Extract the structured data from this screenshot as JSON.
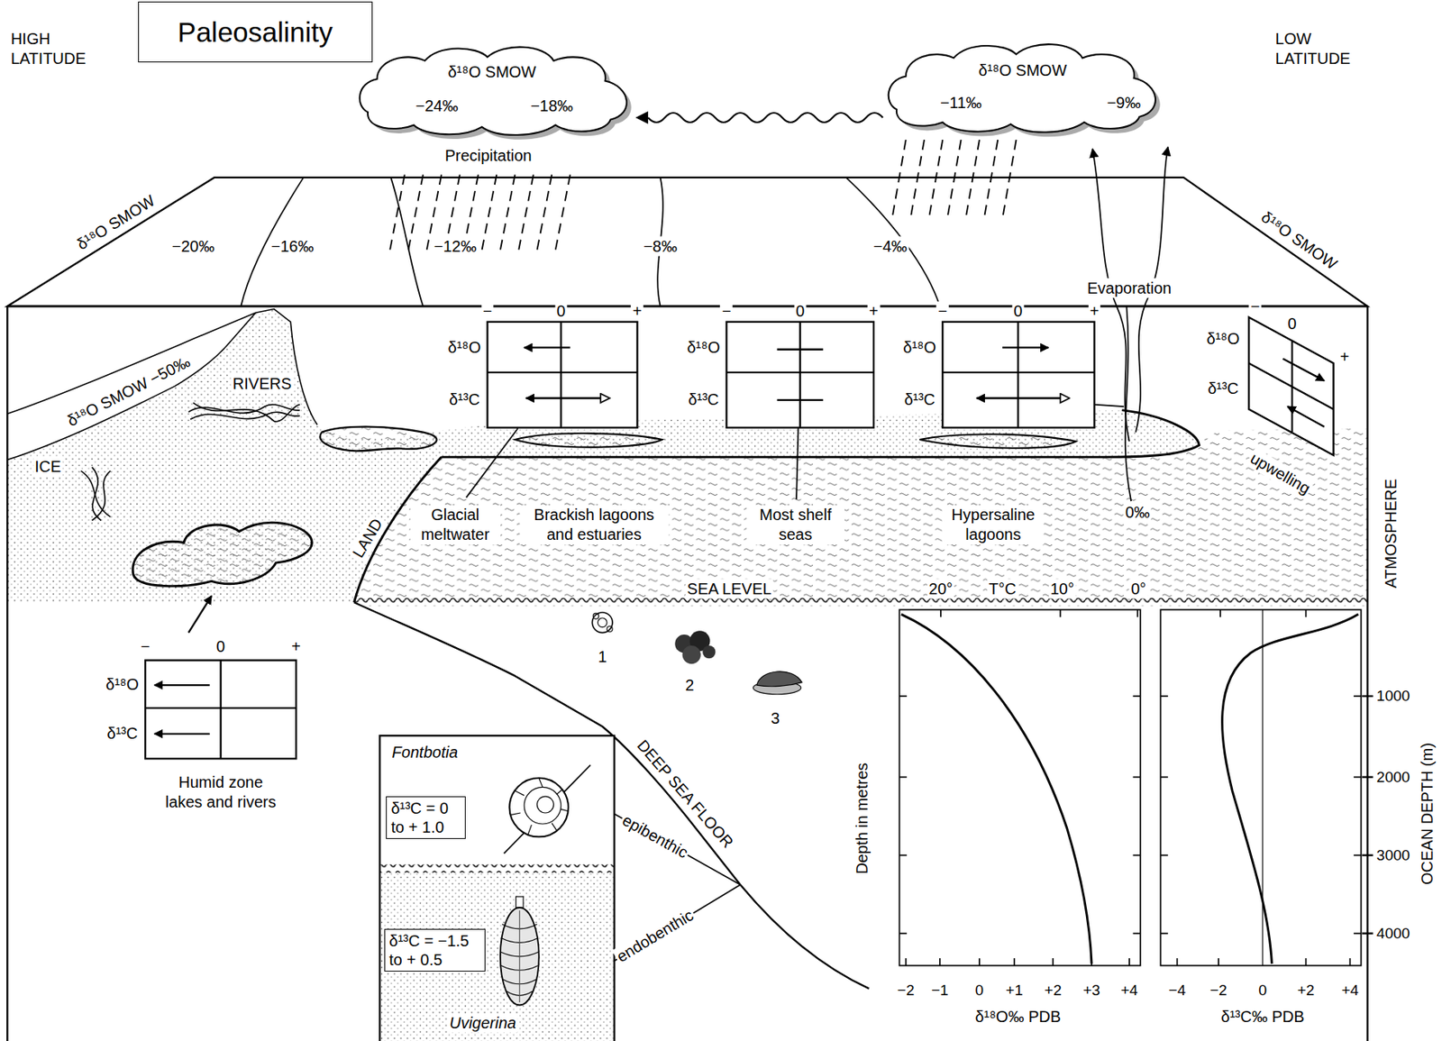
{
  "diagram": {
    "title": "Paleosalinity",
    "nodes": [
      {
        "text": [
          "δ¹⁸O SMOW",
          "−24‰",
          "−18‰"
        ]
      },
      {
        "text": [
          "δ¹⁸O SMOW",
          "−11‰",
          "−9‰"
        ]
      },
      {
        "text": [
          "−",
          "0",
          "+",
          "δ¹⁸O",
          "δ¹³C"
        ]
      },
      {
        "text": [
          "−",
          "0",
          "+",
          "δ¹⁸O",
          "δ¹³C"
        ]
      },
      {
        "text": [
          "−",
          "0",
          "+",
          "δ¹⁸O",
          "δ¹³C"
        ]
      },
      {
        "text": [
          "−",
          "0",
          "+",
          "δ¹⁸O",
          "δ¹³C"
        ]
      },
      {
        "text": [
          "−",
          "0",
          "+",
          "δ¹⁸O",
          "δ¹³C"
        ]
      },
      {
        "text": [
          "Fontbotia",
          "Uvigerina"
        ]
      },
      {
        "text": [
          "δ¹³C = 0 to + 1.0"
        ],
        "in": 7
      },
      {
        "text": [
          "δ¹³C = −1.5 to + 0.5"
        ],
        "in": 7
      }
    ],
    "edges": [
      {
        "from": 1,
        "to": 0,
        "arrow": "to"
      }
    ],
    "labels": [
      "HIGH LATITUDE",
      "LOW LATITUDE",
      "Precipitation",
      "δ¹⁸O SMOW",
      "−20‰",
      "−16‰",
      "−12‰",
      "−8‰",
      "−4‰",
      "δ¹⁸O SMOW",
      "Evaporation",
      "δ¹⁸O SMOW −50‰",
      "ICE",
      "RIVERS",
      "LAND",
      "Glacial meltwater",
      "Brackish lagoons and estuaries",
      "Most shelf seas",
      "Hypersaline lagoons",
      "0‰",
      "upwelling",
      "SEA LEVEL",
      "20°",
      "T°C",
      "10°",
      "0°",
      "ATMOSPHERE",
      "1",
      "2",
      "3",
      "Humid zone lakes and rivers",
      "DEEP SEA FLOOR",
      "epibenthic",
      "endobenthic",
      "Depth in metres",
      "1000",
      "2000",
      "3000",
      "4000",
      "OCEAN DEPTH (m)",
      "−2",
      "−1",
      "0",
      "+1",
      "+2",
      "+3",
      "+4",
      "δ¹⁸O‰ PDB",
      "−4",
      "−2",
      "0",
      "+2",
      "+4",
      "δ¹³C‰ PDB"
    ]
  }
}
